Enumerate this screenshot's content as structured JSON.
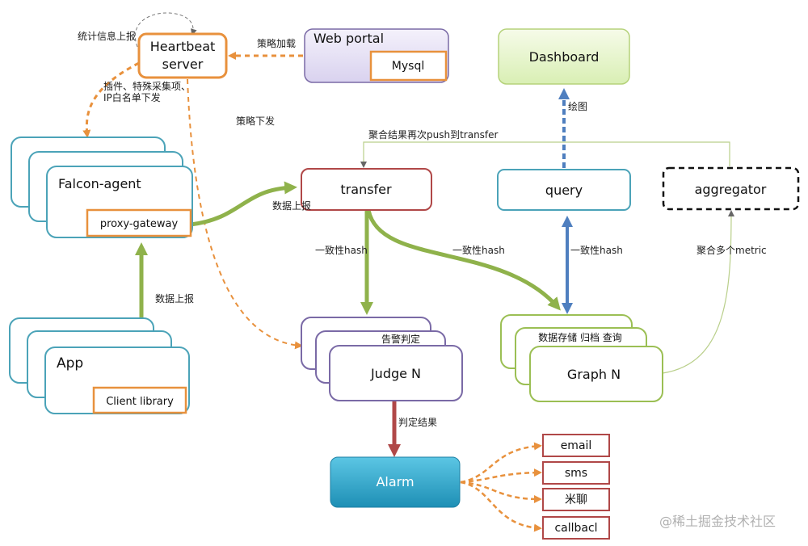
{
  "nodes": {
    "heartbeat_line1": "Heartbeat",
    "heartbeat_line2": "server",
    "web_portal": "Web portal",
    "mysql": "Mysql",
    "dashboard": "Dashboard",
    "falcon_agent": "Falcon-agent",
    "proxy_gateway": "proxy-gateway",
    "transfer": "transfer",
    "query": "query",
    "aggregator": "aggregator",
    "app": "App",
    "client_library": "Client library",
    "judge": "Judge N",
    "judge_note": "告警判定",
    "graph": "Graph N",
    "graph_note": "数据存储 归档 查询",
    "alarm": "Alarm",
    "email": "email",
    "sms": "sms",
    "mliao": "米聊",
    "callback": "callbacl"
  },
  "edge_labels": {
    "stats_report": "统计信息上报",
    "policy_load": "策略加载",
    "plugins_line1": "插件、特殊采集项、",
    "plugins_line2": "IP白名单下发",
    "policy_push": "策略下发",
    "draw": "绘图",
    "agg_push": "聚合结果再次push到transfer",
    "data_report_1": "数据上报",
    "data_report_2": "数据上报",
    "hash_judge": "一致性hash",
    "hash_graph": "一致性hash",
    "hash_query": "一致性hash",
    "agg_multi": "聚合多个metric",
    "judge_result": "判定结果"
  },
  "watermark": "@稀土掘金技术社区",
  "colors": {
    "orange": "#e8913d",
    "teal": "#4ba3b8",
    "purple": "#7a6aa6",
    "green": "#8fb24b",
    "red": "#b04848",
    "blue": "#4f7fbf",
    "alarm": "#2aa7c9"
  }
}
